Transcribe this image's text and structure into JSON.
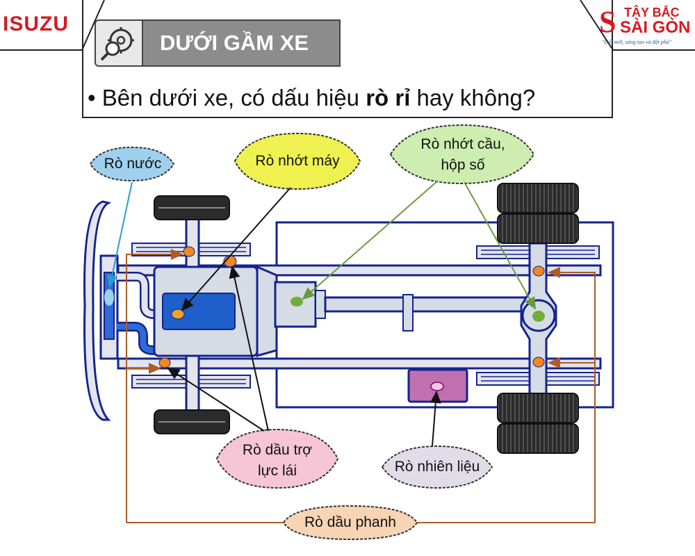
{
  "header": {
    "brand_left": "ISUZU",
    "title": "DƯỚI GẦM XE",
    "question_prefix": "• Bên dưới xe, có dấu hiệu ",
    "question_bold": "rò rỉ",
    "question_suffix": " hay không?",
    "brand_right_line1": "TÂY BẮC",
    "brand_right_line2": "SÀI GÒN",
    "brand_right_slogan": "\"Đổi mới, sáng tạo và đột phá\""
  },
  "callouts": {
    "water": "Rò nước",
    "engine_oil": "Rò nhớt máy",
    "axle_oil_line1": "Rò nhớt cầu,",
    "axle_oil_line2": "hộp số",
    "steering_line1": "Rò dầu trợ",
    "steering_line2": "lực lái",
    "fuel": "Rò nhiên liệu",
    "brake": "Rò dầu phanh"
  },
  "colors": {
    "water": "#9fd0ee",
    "engine_oil": "#eef14f",
    "axle_oil": "#cdeeb0",
    "steering": "#f6c6d6",
    "fuel": "#e2dce8",
    "brake": "#f7d4b4",
    "frame": "#13238f",
    "brake_line": "#b05a24",
    "axle_arrow": "#6a9a3c",
    "water_arrow": "#2a9bd0"
  }
}
